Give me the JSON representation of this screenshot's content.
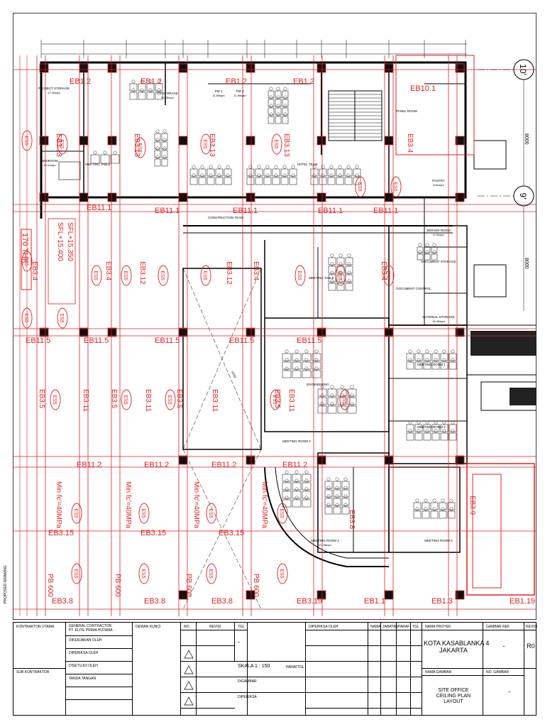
{
  "sheet": {
    "side_label": "PROPOSED DRAWING"
  },
  "grid": {
    "bubbles": [
      "10'",
      "9'"
    ],
    "dims_right": [
      "8000",
      "8000"
    ]
  },
  "plan": {
    "rooms": [
      {
        "name": "PROJECT STORAGE",
        "area": "27.40sqm"
      },
      {
        "name": "GS STORAGE",
        "area": "13.25sqm"
      },
      {
        "name": "PM 1",
        "area": "11.89sqm"
      },
      {
        "name": "PM 2",
        "area": "11.89sqm"
      },
      {
        "name": "BEDROOM",
        "area": "16.11sqm"
      },
      {
        "name": "MEETING TABLE",
        "area": ""
      },
      {
        "name": "HOTEL TEAM",
        "area": ""
      },
      {
        "name": "PANEL ROOM",
        "area": ""
      },
      {
        "name": "PANTRY",
        "area": "8.61sqm"
      },
      {
        "name": "SERVER ROOM",
        "area": "6.20sqm"
      },
      {
        "name": "CONSTRUCTION TEAM",
        "area": ""
      },
      {
        "name": "DOCUMENT STORAGE",
        "area": ""
      },
      {
        "name": "DOCUMENT CONTROL",
        "area": ""
      },
      {
        "name": "MATERIAL STORAGE",
        "area": "16.40sqm"
      },
      {
        "name": "MEETING TABLE",
        "area": ""
      },
      {
        "name": "MEETING ROOM 1",
        "area": ""
      },
      {
        "name": "MEETING ROOM 2",
        "area": ""
      },
      {
        "name": "ENGINEERING",
        "area": ""
      },
      {
        "name": "MEETING ROOM 3",
        "area": ""
      },
      {
        "name": "MEETING ROOM 4",
        "area": "27.78sqm"
      },
      {
        "name": "MEETING ROOM 5",
        "area": ""
      },
      {
        "name": "VOID",
        "area": ""
      }
    ],
    "beam_tags": [
      "EB11.1",
      "EB11.5",
      "EB11.2",
      "EB3.15",
      "EB3.8",
      "EB3.4",
      "EB3.12",
      "EB3.13",
      "EB3.11",
      "EB3.5",
      "EB3.19",
      "EB1.1",
      "EB1.3",
      "EB10.1"
    ],
    "slab_tags": [
      "ES5",
      "Min fc'=40MPa",
      "PB 600",
      "170 THK",
      "15.400",
      "15.350"
    ]
  },
  "titleblock": {
    "kontraktor_utama_label": "KONTRAKTOR UTAMA",
    "kontraktor_name": "PT. ELITE PRIMA HUTAMA",
    "kontraktor_sub": "GENERAL CONTRACTOR",
    "dikerjakan_label": "DIKERJAKAN OLEH",
    "diperiksa_label": "DIPERIKSA OLEH",
    "disetujui_label": "DISETUJUI OLEH",
    "tanda_tangan_label": "TANDA TANGAN",
    "sub_kontraktor_label": "SUB KONTRAKTOR",
    "dewan_kunci_label": "DEWAN KUNCI",
    "no_label": "NO.",
    "revisi_label": "REVISI",
    "tgl_label": "TGL",
    "skala_label": "SKALA",
    "skala_value": "1 : 150",
    "paraf_label": "PARAF",
    "tgl2_label": "TGL",
    "digambar_label": "DIGAMBAR",
    "diperiksa2_label": "DIPERIKSA",
    "dash": "-",
    "nama_label": "NAMA",
    "jabatan_label": "JABATAN",
    "paraf2_label": "PARAF",
    "tgl3_label": "TGL",
    "nama_proyek_label": "NAMA PROYEK",
    "project_name": "KOTA KASABLANKA 4",
    "project_city": "JAKARTA",
    "gambar_ref_label": "GAMBAR REF.",
    "gambar_ref_value": "-",
    "revisi2_label": "REVISI",
    "revisi_value": "R0",
    "nama_gambar_label": "NAMA GAMBAR",
    "drawing_title_1": "SITE OFFICE",
    "drawing_title_2": "CEILING PLAN",
    "drawing_title_3": "LAYOUT",
    "no_gambar_label": "NO. GAMBAR",
    "no_gambar_value": "-"
  }
}
